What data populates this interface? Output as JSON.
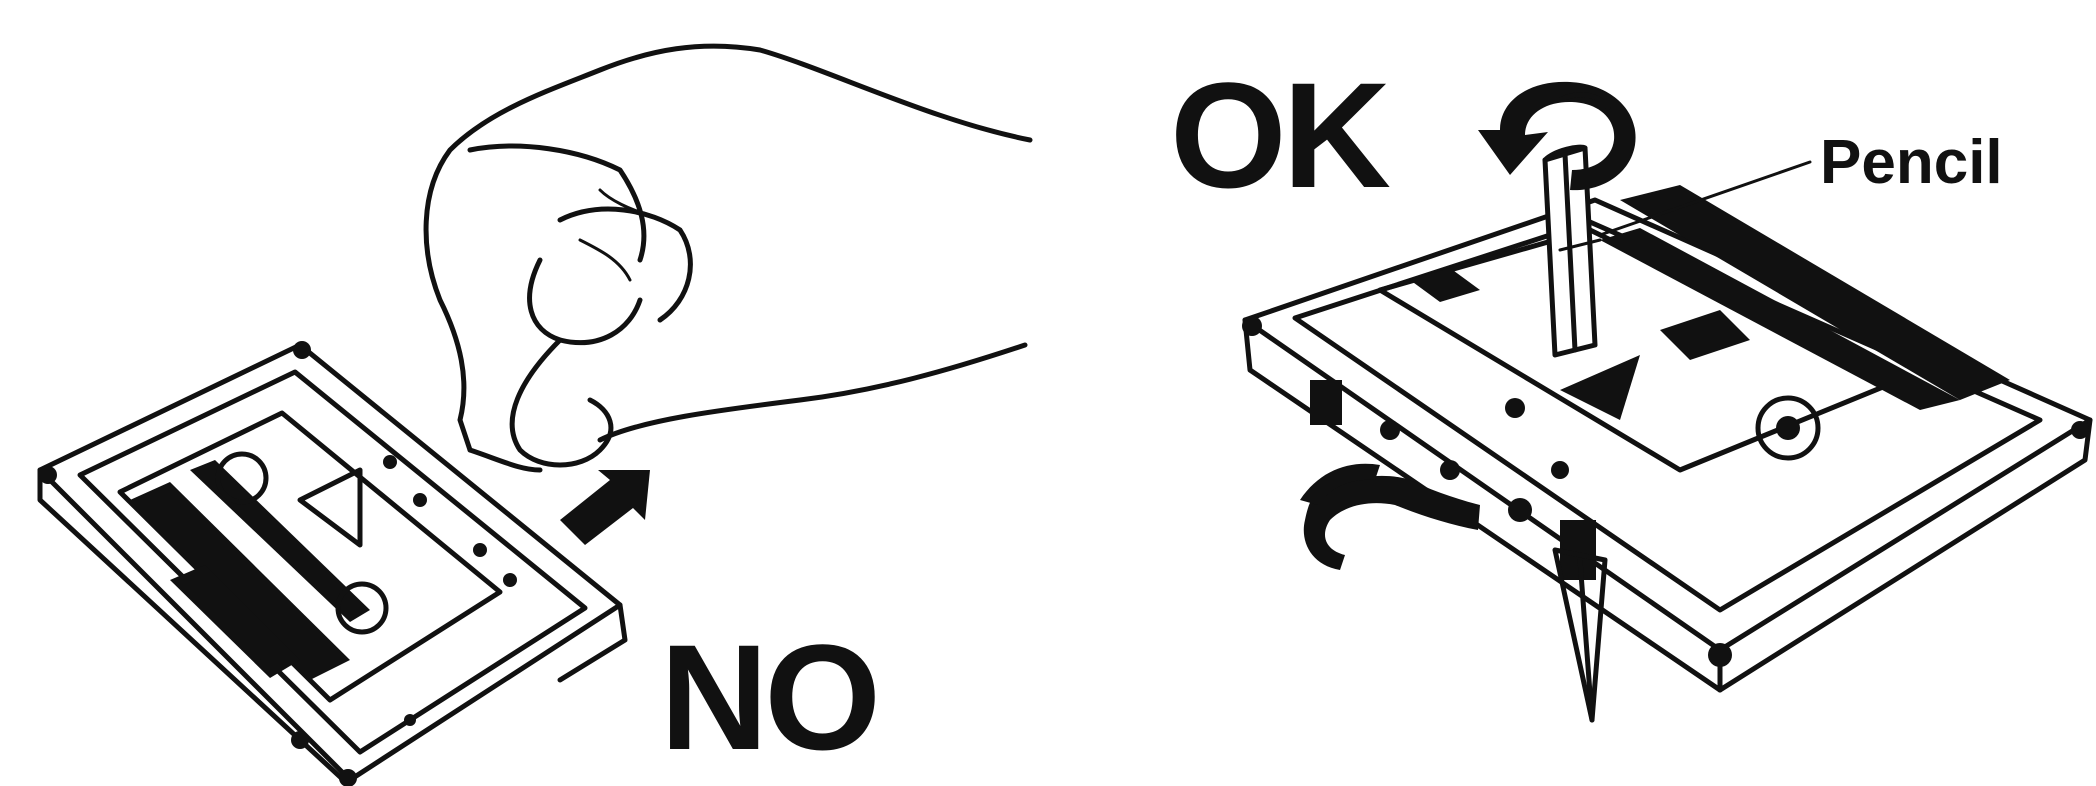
{
  "panels": {
    "wrong": {
      "label": "NO"
    },
    "right": {
      "label": "OK",
      "callout": "Pencil"
    }
  },
  "colors": {
    "ink": "#111111",
    "paper": "#ffffff"
  }
}
